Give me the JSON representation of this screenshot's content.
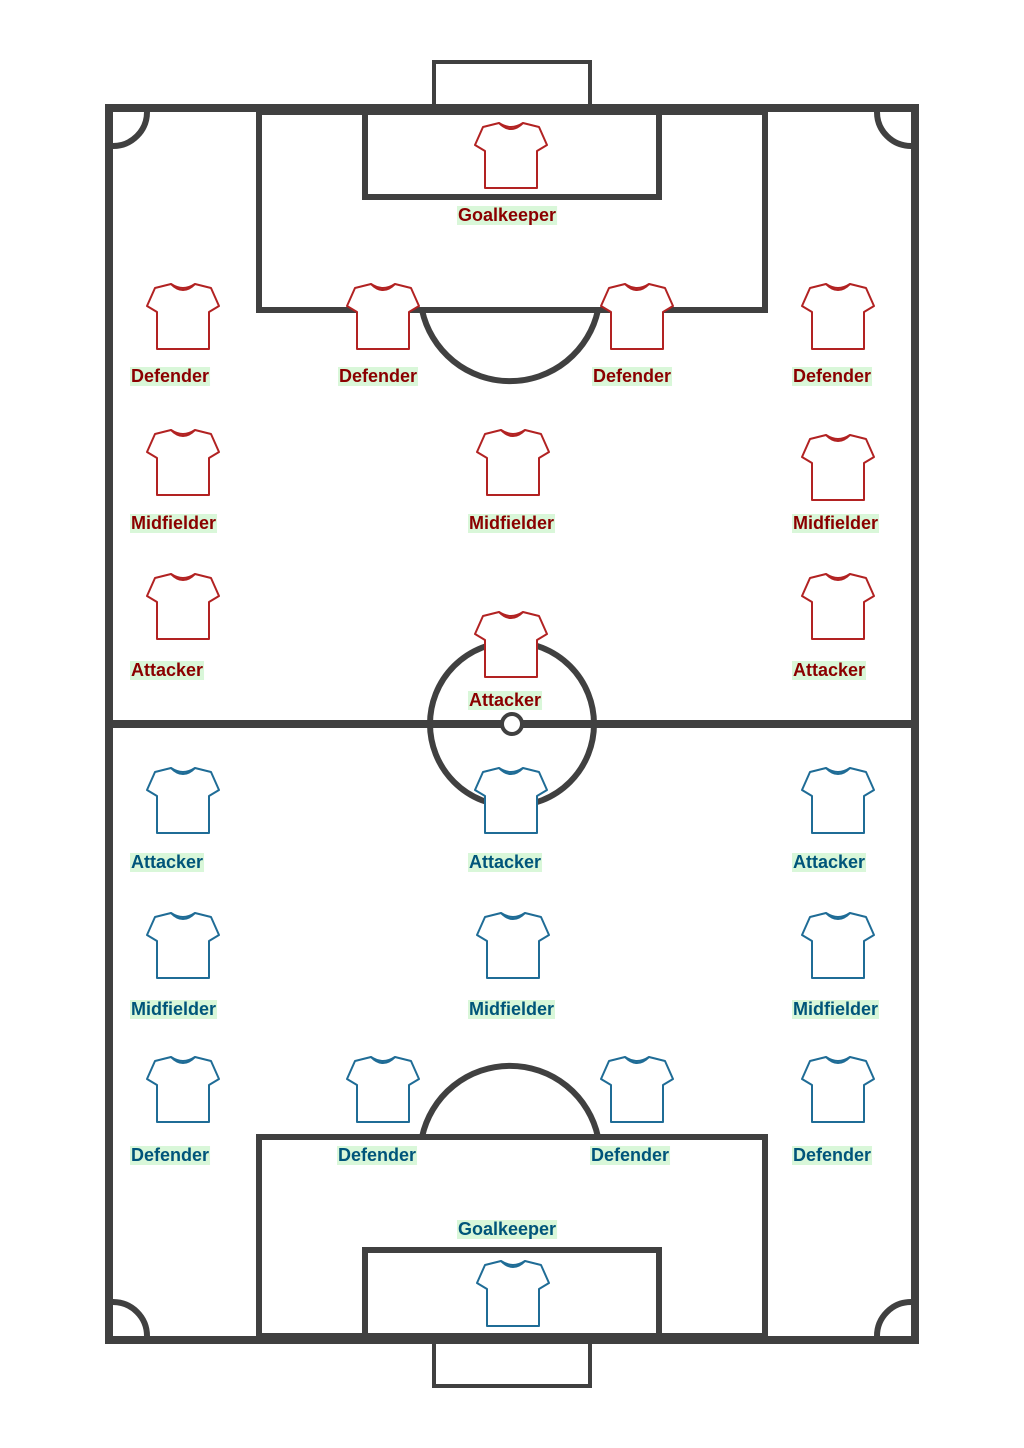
{
  "colors": {
    "home": "#8B0000",
    "home_shirt": "#b22222",
    "away": "#00557a",
    "away_shirt": "#1f6c96",
    "label_bg": "#d9f7d9",
    "lines": "#404040"
  },
  "home_team": {
    "players": [
      {
        "role": "Goalkeeper"
      },
      {
        "role": "Defender"
      },
      {
        "role": "Defender"
      },
      {
        "role": "Defender"
      },
      {
        "role": "Defender"
      },
      {
        "role": "Midfielder"
      },
      {
        "role": "Midfielder"
      },
      {
        "role": "Midfielder"
      },
      {
        "role": "Attacker"
      },
      {
        "role": "Attacker"
      },
      {
        "role": "Attacker"
      }
    ]
  },
  "away_team": {
    "players": [
      {
        "role": "Attacker"
      },
      {
        "role": "Attacker"
      },
      {
        "role": "Attacker"
      },
      {
        "role": "Midfielder"
      },
      {
        "role": "Midfielder"
      },
      {
        "role": "Midfielder"
      },
      {
        "role": "Defender"
      },
      {
        "role": "Defender"
      },
      {
        "role": "Defender"
      },
      {
        "role": "Defender"
      },
      {
        "role": "Goalkeeper"
      }
    ]
  }
}
